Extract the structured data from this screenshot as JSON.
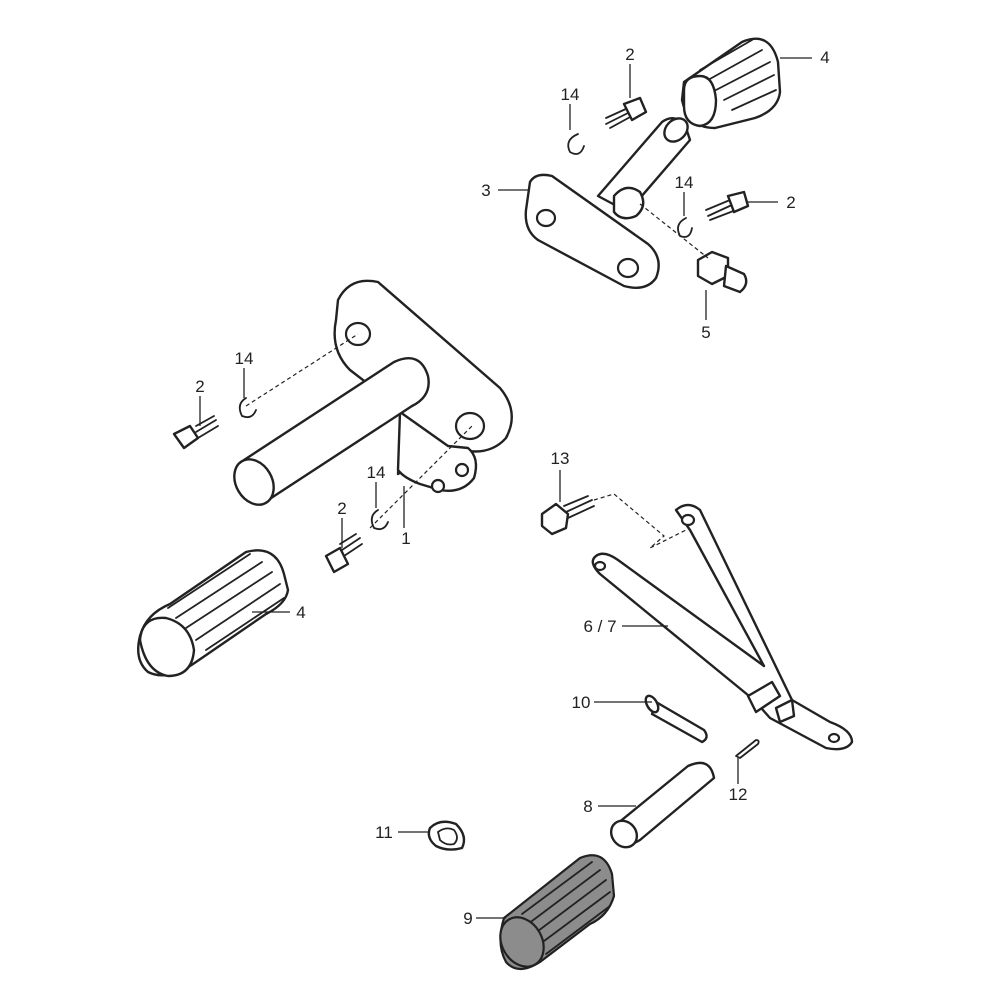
{
  "diagram": {
    "callouts": [
      "2",
      "4",
      "14",
      "3",
      "14",
      "2",
      "5",
      "14",
      "2",
      "1",
      "14",
      "2",
      "4",
      "13",
      "6 / 7",
      "10",
      "12",
      "8",
      "11",
      "9"
    ]
  }
}
